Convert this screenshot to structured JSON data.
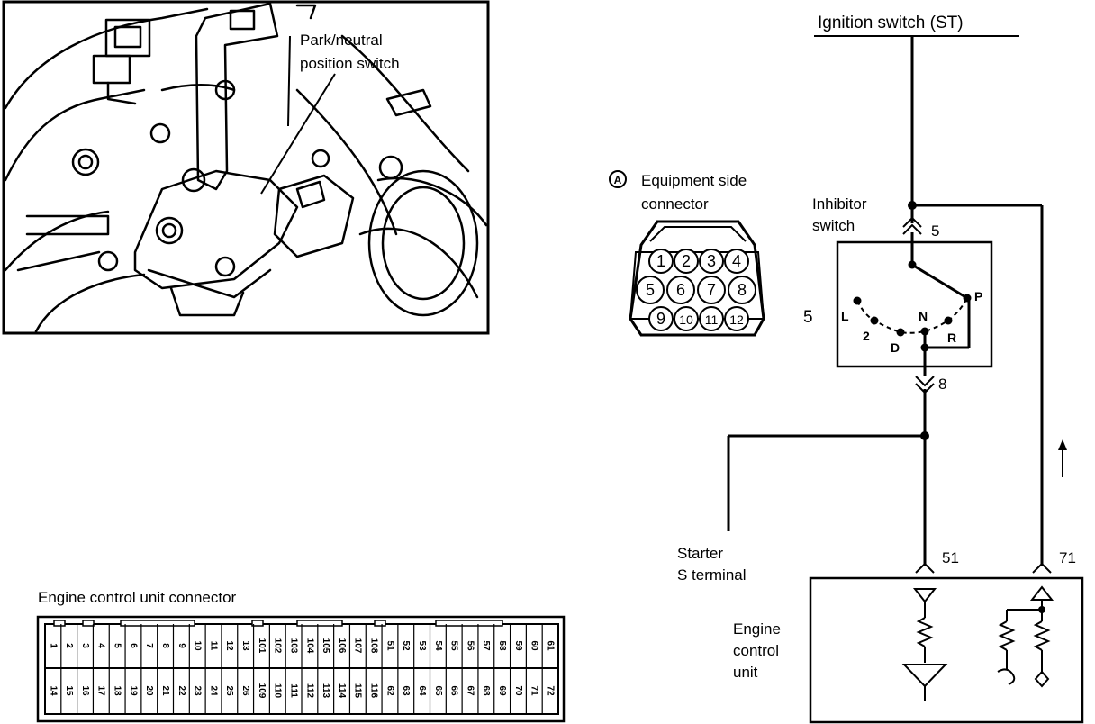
{
  "photo": {
    "callout": [
      "Park/neutral",
      "position switch"
    ]
  },
  "equipment_connector": {
    "badge": "A",
    "title": [
      "Equipment side",
      "connector"
    ],
    "pins_row1": [
      "1",
      "2",
      "3",
      "4"
    ],
    "pins_row2": [
      "5",
      "6",
      "7",
      "8"
    ],
    "pins_row3": [
      "9",
      "10",
      "11",
      "12"
    ]
  },
  "schematic": {
    "ignition_label": "Ignition switch (ST)",
    "inhibitor_label": [
      "Inhibitor",
      "switch"
    ],
    "connector_num_left": "5",
    "pin_top": "5",
    "pin_bottom": "8",
    "positions": {
      "L": "L",
      "two": "2",
      "D": "D",
      "N": "N",
      "P": "P",
      "R": "R"
    },
    "starter_label": [
      "Starter",
      "S  terminal"
    ],
    "pin_51": "51",
    "pin_71": "71",
    "ecu_label": [
      "Engine",
      "control",
      "unit"
    ]
  },
  "ecu_connector": {
    "title": "Engine control unit connector",
    "top_row": [
      "1",
      "2",
      "3",
      "4",
      "5",
      "6",
      "7",
      "8",
      "9",
      "10",
      "11",
      "12",
      "13",
      "101",
      "102",
      "103",
      "104",
      "105",
      "106",
      "107",
      "108",
      "51",
      "52",
      "53",
      "54",
      "55",
      "56",
      "57",
      "58",
      "59",
      "60",
      "61"
    ],
    "bottom_row": [
      "14",
      "15",
      "16",
      "17",
      "18",
      "19",
      "20",
      "21",
      "22",
      "23",
      "24",
      "25",
      "26",
      "109",
      "110",
      "111",
      "112",
      "113",
      "114",
      "115",
      "116",
      "62",
      "63",
      "64",
      "65",
      "66",
      "67",
      "68",
      "69",
      "70",
      "71",
      "72"
    ]
  }
}
